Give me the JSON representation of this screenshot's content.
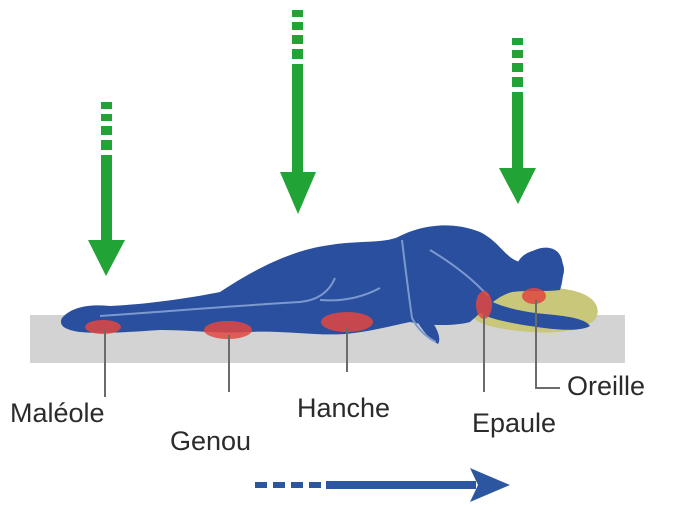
{
  "labels": {
    "maleole": "Maléole",
    "genou": "Genou",
    "hanche": "Hanche",
    "epaule": "Epaule",
    "oreille": "Oreille"
  },
  "colors": {
    "arrow_green": "#21a336",
    "body_blue": "#2a4f9e",
    "body_outline": "#7c99cf",
    "mattress_gray": "#d3d3d3",
    "pressure_red": "#e2473f",
    "pillow_yellow": "#c8c77a",
    "direction_arrow_blue": "#2c56a0"
  }
}
